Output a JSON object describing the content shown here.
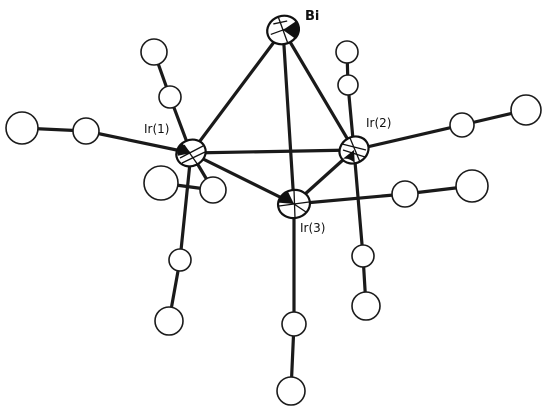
{
  "labels": {
    "bi": "Bi",
    "ir1": "Ir(1)",
    "ir2": "Ir(2)",
    "ir3": "Ir(3)"
  },
  "colors": {
    "ink": "#1a1a1a",
    "background": "#ffffff"
  }
}
